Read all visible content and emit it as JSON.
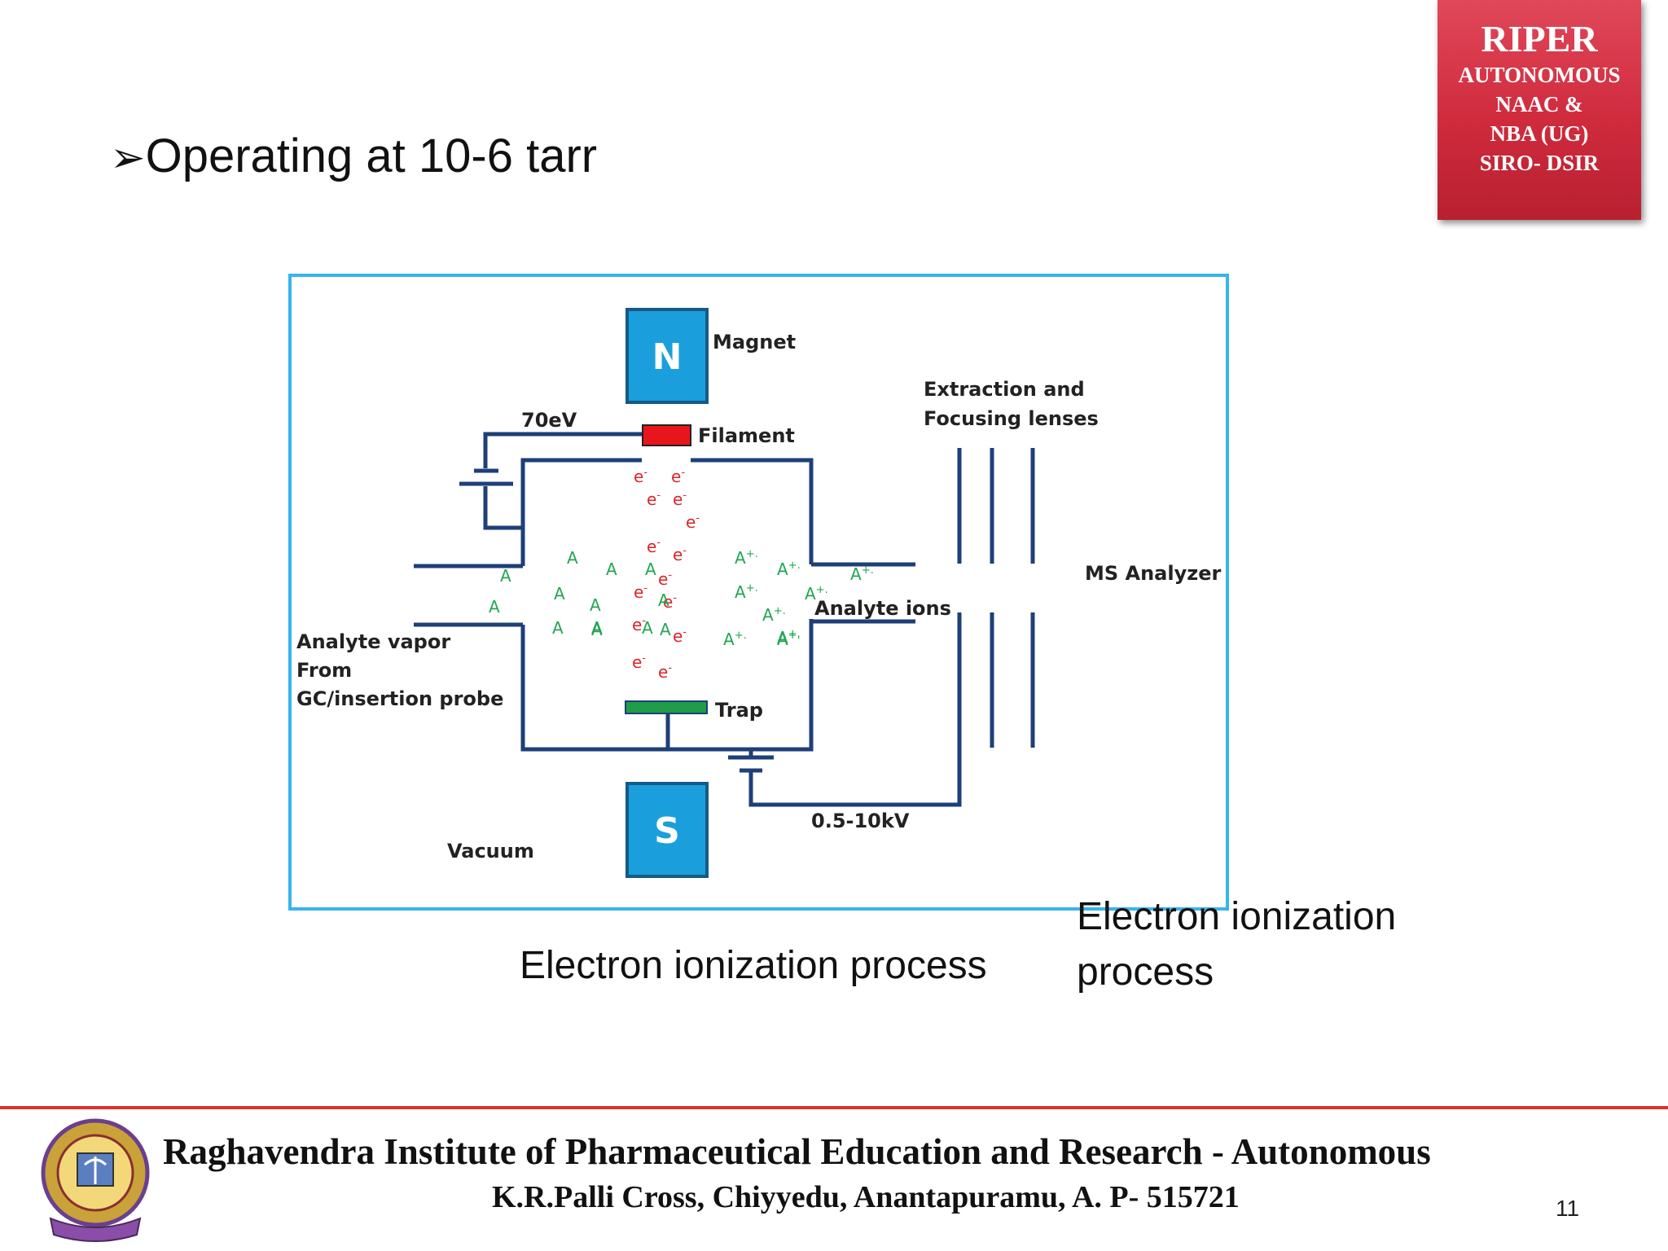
{
  "badge": {
    "title": "RIPER",
    "lines": [
      "AUTONOMOUS",
      "NAAC &",
      "NBA (UG)",
      "SIRO- DSIR"
    ]
  },
  "heading": {
    "bullet": "➢",
    "text": "Operating at  10-6 tarr"
  },
  "diagram": {
    "labels": {
      "magnet": "Magnet",
      "north": "N",
      "south": "S",
      "filament": "Filament",
      "voltage_filament": "70eV",
      "lenses_line1": "Extraction and",
      "lenses_line2": "Focusing lenses",
      "ms_analyzer": "MS Analyzer",
      "analyte_ions": "Analyte ions",
      "analyte_vapor_line1": "Analyte  vapor",
      "analyte_vapor_line2": "From",
      "analyte_vapor_line3": "GC/insertion probe",
      "trap": "Trap",
      "voltage_accel": "0.5-10kV",
      "vacuum": "Vacuum"
    },
    "particles": {
      "electron": "e-",
      "analyte": "A",
      "ion": "A+."
    },
    "colors": {
      "frame": "#38b4ec",
      "magnet": "#1a9fdc",
      "filament": "#e8161c",
      "trap": "#1f9d48",
      "electron": "#d9252a",
      "analyte": "#22a651",
      "wire": "#1e3f78"
    }
  },
  "captions": {
    "main": "Electron ionization process",
    "side_line1": "Electron ionization",
    "side_line2": "process"
  },
  "footer": {
    "institute": "Raghavendra Institute of Pharmaceutical Education and Research - Autonomous",
    "address": "K.R.Palli Cross, Chiyyedu, Anantapuramu, A. P- 515721",
    "page_number": "11"
  }
}
